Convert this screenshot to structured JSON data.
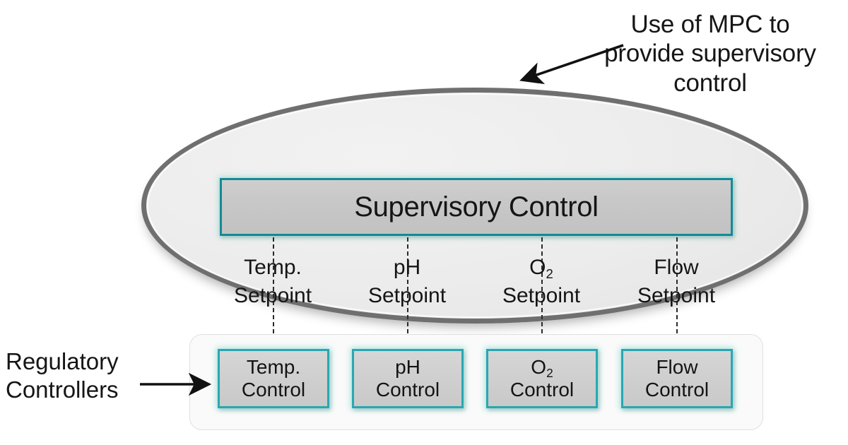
{
  "diagram": {
    "title_annotation": "Use of MPC to\nprovide supervisory\ncontrol",
    "supervisory": {
      "label": "Supervisory Control",
      "border_color": "#138a96",
      "fill_color": "#c7c7c7"
    },
    "ellipse": {
      "border_color": "#6f6f6f",
      "fill_color": "#ececec"
    },
    "regulatory_group": {
      "label": "Regulatory\nControllers",
      "container_fill": "#fafafa",
      "container_border": "#e0e0e0"
    },
    "channels": [
      {
        "key": "temp",
        "setpoint_line1": "Temp.",
        "setpoint_line2": "Setpoint",
        "controller_line1": "Temp.",
        "controller_line2": "Control",
        "subscript": ""
      },
      {
        "key": "ph",
        "setpoint_line1": "pH",
        "setpoint_line2": "Setpoint",
        "controller_line1": "pH",
        "controller_line2": "Control",
        "subscript": ""
      },
      {
        "key": "o2",
        "setpoint_line1": "O",
        "setpoint_line2": "Setpoint",
        "controller_line1": "O",
        "controller_line2": "Control",
        "subscript": "2"
      },
      {
        "key": "flow",
        "setpoint_line1": "Flow",
        "setpoint_line2": "Setpoint",
        "controller_line1": "Flow",
        "controller_line2": "Control",
        "subscript": ""
      }
    ],
    "colors": {
      "accent_teal": "#2aa7b2",
      "ellipse_stroke": "#6f6f6f",
      "text": "#151515",
      "connector": "#2a2a2a"
    }
  }
}
